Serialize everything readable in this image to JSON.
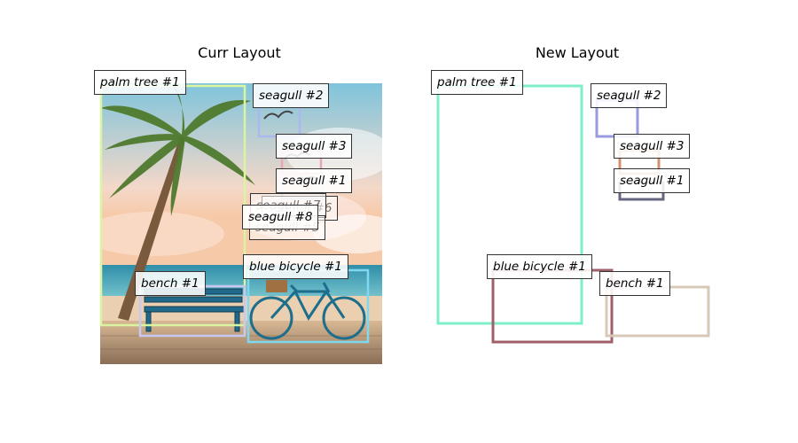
{
  "panels": {
    "left_title": "Curr Layout",
    "right_title": "New Layout"
  },
  "curr_layout": [
    {
      "label": "palm tree #1",
      "color": "#d9f5a0"
    },
    {
      "label": "seagull #2",
      "color": "#aab8f0"
    },
    {
      "label": "seagull #3",
      "color": "#e6a8b8"
    },
    {
      "label": "seagull #1",
      "color": "#c8c8d8"
    },
    {
      "label": "seagull #6",
      "color": "#cccccc"
    },
    {
      "label": "seagull #7",
      "color": "#cccccc"
    },
    {
      "label": "seagull #5",
      "color": "#cccccc"
    },
    {
      "label": "seagull #8",
      "color": "#cccccc"
    },
    {
      "label": "bench #1",
      "color": "#c8c8f0"
    },
    {
      "label": "blue bicycle #1",
      "color": "#80d8f0"
    }
  ],
  "new_layout": [
    {
      "label": "palm tree #1",
      "color": "#7eefc8"
    },
    {
      "label": "seagull #2",
      "color": "#9a9ae0"
    },
    {
      "label": "seagull #3",
      "color": "#d4906a"
    },
    {
      "label": "seagull #1",
      "color": "#666680"
    },
    {
      "label": "blue bicycle #1",
      "color": "#a0606a"
    },
    {
      "label": "bench #1",
      "color": "#d8c8b8"
    }
  ]
}
